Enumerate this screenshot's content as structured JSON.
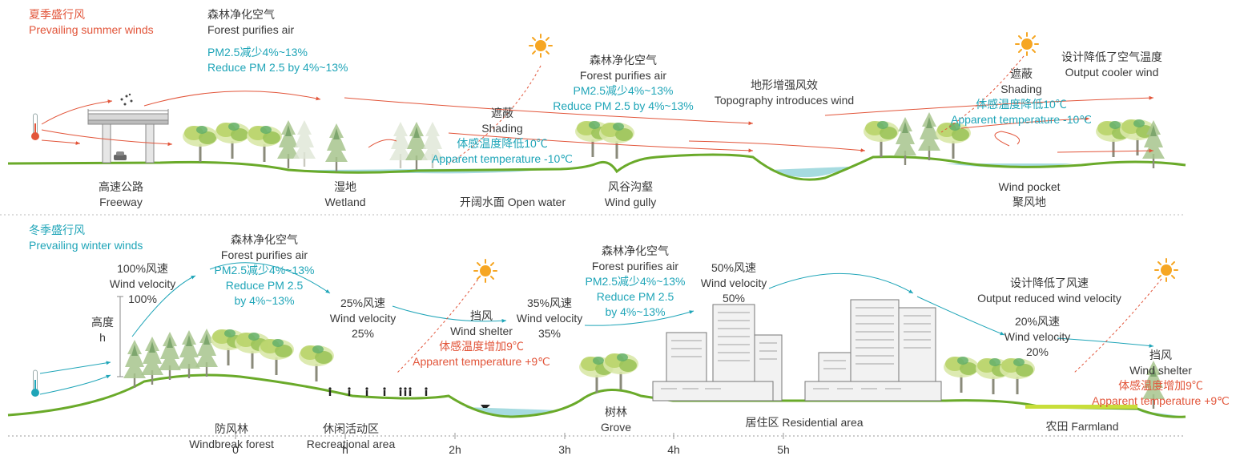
{
  "colors": {
    "summer": "#e2553a",
    "winter": "#1fa5b8",
    "text": "#3a3a3a",
    "ground": "#6aaa2a",
    "water": "#a6dbe0",
    "sun": "#f6a623"
  },
  "summer": {
    "wind_title_cn": "夏季盛行风",
    "wind_title_en": "Prevailing summer winds",
    "forest1": {
      "cn": "森林净化空气",
      "en": "Forest purifies air",
      "pm_cn": "PM2.5减少4%~13%",
      "pm_en": "Reduce PM 2.5 by 4%~13%"
    },
    "shading1": {
      "cn": "遮蔽",
      "en": "Shading",
      "temp_cn": "体感温度降低10℃",
      "temp_en": "Apparent temperature -10℃"
    },
    "forest2": {
      "cn": "森林净化空气",
      "en": "Forest purifies air",
      "pm_cn": "PM2.5减少4%~13%",
      "pm_en": "Reduce PM 2.5 by 4%~13%"
    },
    "topography": {
      "cn": "地形增强风效",
      "en": "Topography introduces wind"
    },
    "shading2": {
      "cn": "遮蔽",
      "en": "Shading",
      "temp_cn": "体感温度降低10℃",
      "temp_en": "Apparent temperature -10℃"
    },
    "cooler": {
      "cn": "设计降低了空气温度",
      "en": "Output cooler wind"
    },
    "places": [
      {
        "cn": "高速公路",
        "en": "Freeway"
      },
      {
        "cn": "湿地",
        "en": "Wetland"
      },
      {
        "text": "开阔水面  Open water"
      },
      {
        "cn": "风谷沟壑",
        "en": "Wind gully"
      },
      {
        "en": "Wind pocket",
        "cn": "聚风地"
      }
    ]
  },
  "winter": {
    "wind_title_cn": "冬季盛行风",
    "wind_title_en": "Prevailing winter winds",
    "velocity100": {
      "cn": "100%风速",
      "en": "Wind velocity",
      "pct": "100%"
    },
    "height": {
      "cn": "高度",
      "sym": "h"
    },
    "forest1": {
      "cn": "森林净化空气",
      "en": "Forest purifies air",
      "pm_cn": "PM2.5减少4%~13%",
      "pm_en1": "Reduce PM 2.5",
      "pm_en2": "by 4%~13%"
    },
    "velocity25": {
      "cn": "25%风速",
      "en": "Wind velocity",
      "pct": "25%"
    },
    "shelter1": {
      "cn": "挡风",
      "en": "Wind shelter",
      "temp_cn": "体感温度增加9℃",
      "temp_en": "Apparent temperature +9℃"
    },
    "velocity35": {
      "cn": "35%风速",
      "en": "Wind velocity",
      "pct": "35%"
    },
    "forest2": {
      "cn": "森林净化空气",
      "en": "Forest purifies air",
      "pm_cn": "PM2.5减少4%~13%",
      "pm_en1": "Reduce PM 2.5",
      "pm_en2": "by 4%~13%"
    },
    "velocity50": {
      "cn": "50%风速",
      "en": "Wind velocity",
      "pct": "50%"
    },
    "reduced": {
      "cn": "设计降低了风速",
      "en": "Output reduced wind velocity"
    },
    "velocity20": {
      "cn": "20%风速",
      "en": "Wind velocity",
      "pct": "20%"
    },
    "shelter2": {
      "cn": "挡风",
      "en": "Wind shelter",
      "temp_cn": "体感温度增加9℃",
      "temp_en": "Apparent temperature +9℃"
    },
    "places": [
      {
        "cn": "防风林",
        "en": "Windbreak forest"
      },
      {
        "cn": "休闲活动区",
        "en": "Recreational area"
      },
      {
        "cn": "树林",
        "en": "Grove"
      },
      {
        "text": "居住区  Residential area"
      },
      {
        "text": "农田  Farmland"
      }
    ],
    "axis_ticks": [
      "0",
      "h",
      "2h",
      "3h",
      "4h",
      "5h"
    ]
  }
}
